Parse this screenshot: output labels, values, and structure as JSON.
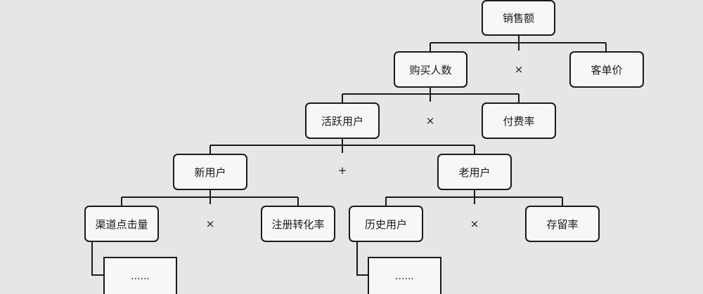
{
  "nodes": {
    "sales": "销售额",
    "buyers": "购买人数",
    "avg_price": "客单价",
    "active_users": "活跃用户",
    "pay_rate": "付费率",
    "new_users": "新用户",
    "old_users": "老用户",
    "channel_clicks": "渠道点击量",
    "reg_conversion": "注册转化率",
    "history_users": "历史用户",
    "retention_rate": "存留率",
    "more_left": "......",
    "more_right": "......"
  },
  "operators": {
    "buyers_x_price": "×",
    "active_x_pay": "×",
    "new_plus_old": "+",
    "clicks_x_conversion": "×",
    "history_x_retention": "×"
  }
}
